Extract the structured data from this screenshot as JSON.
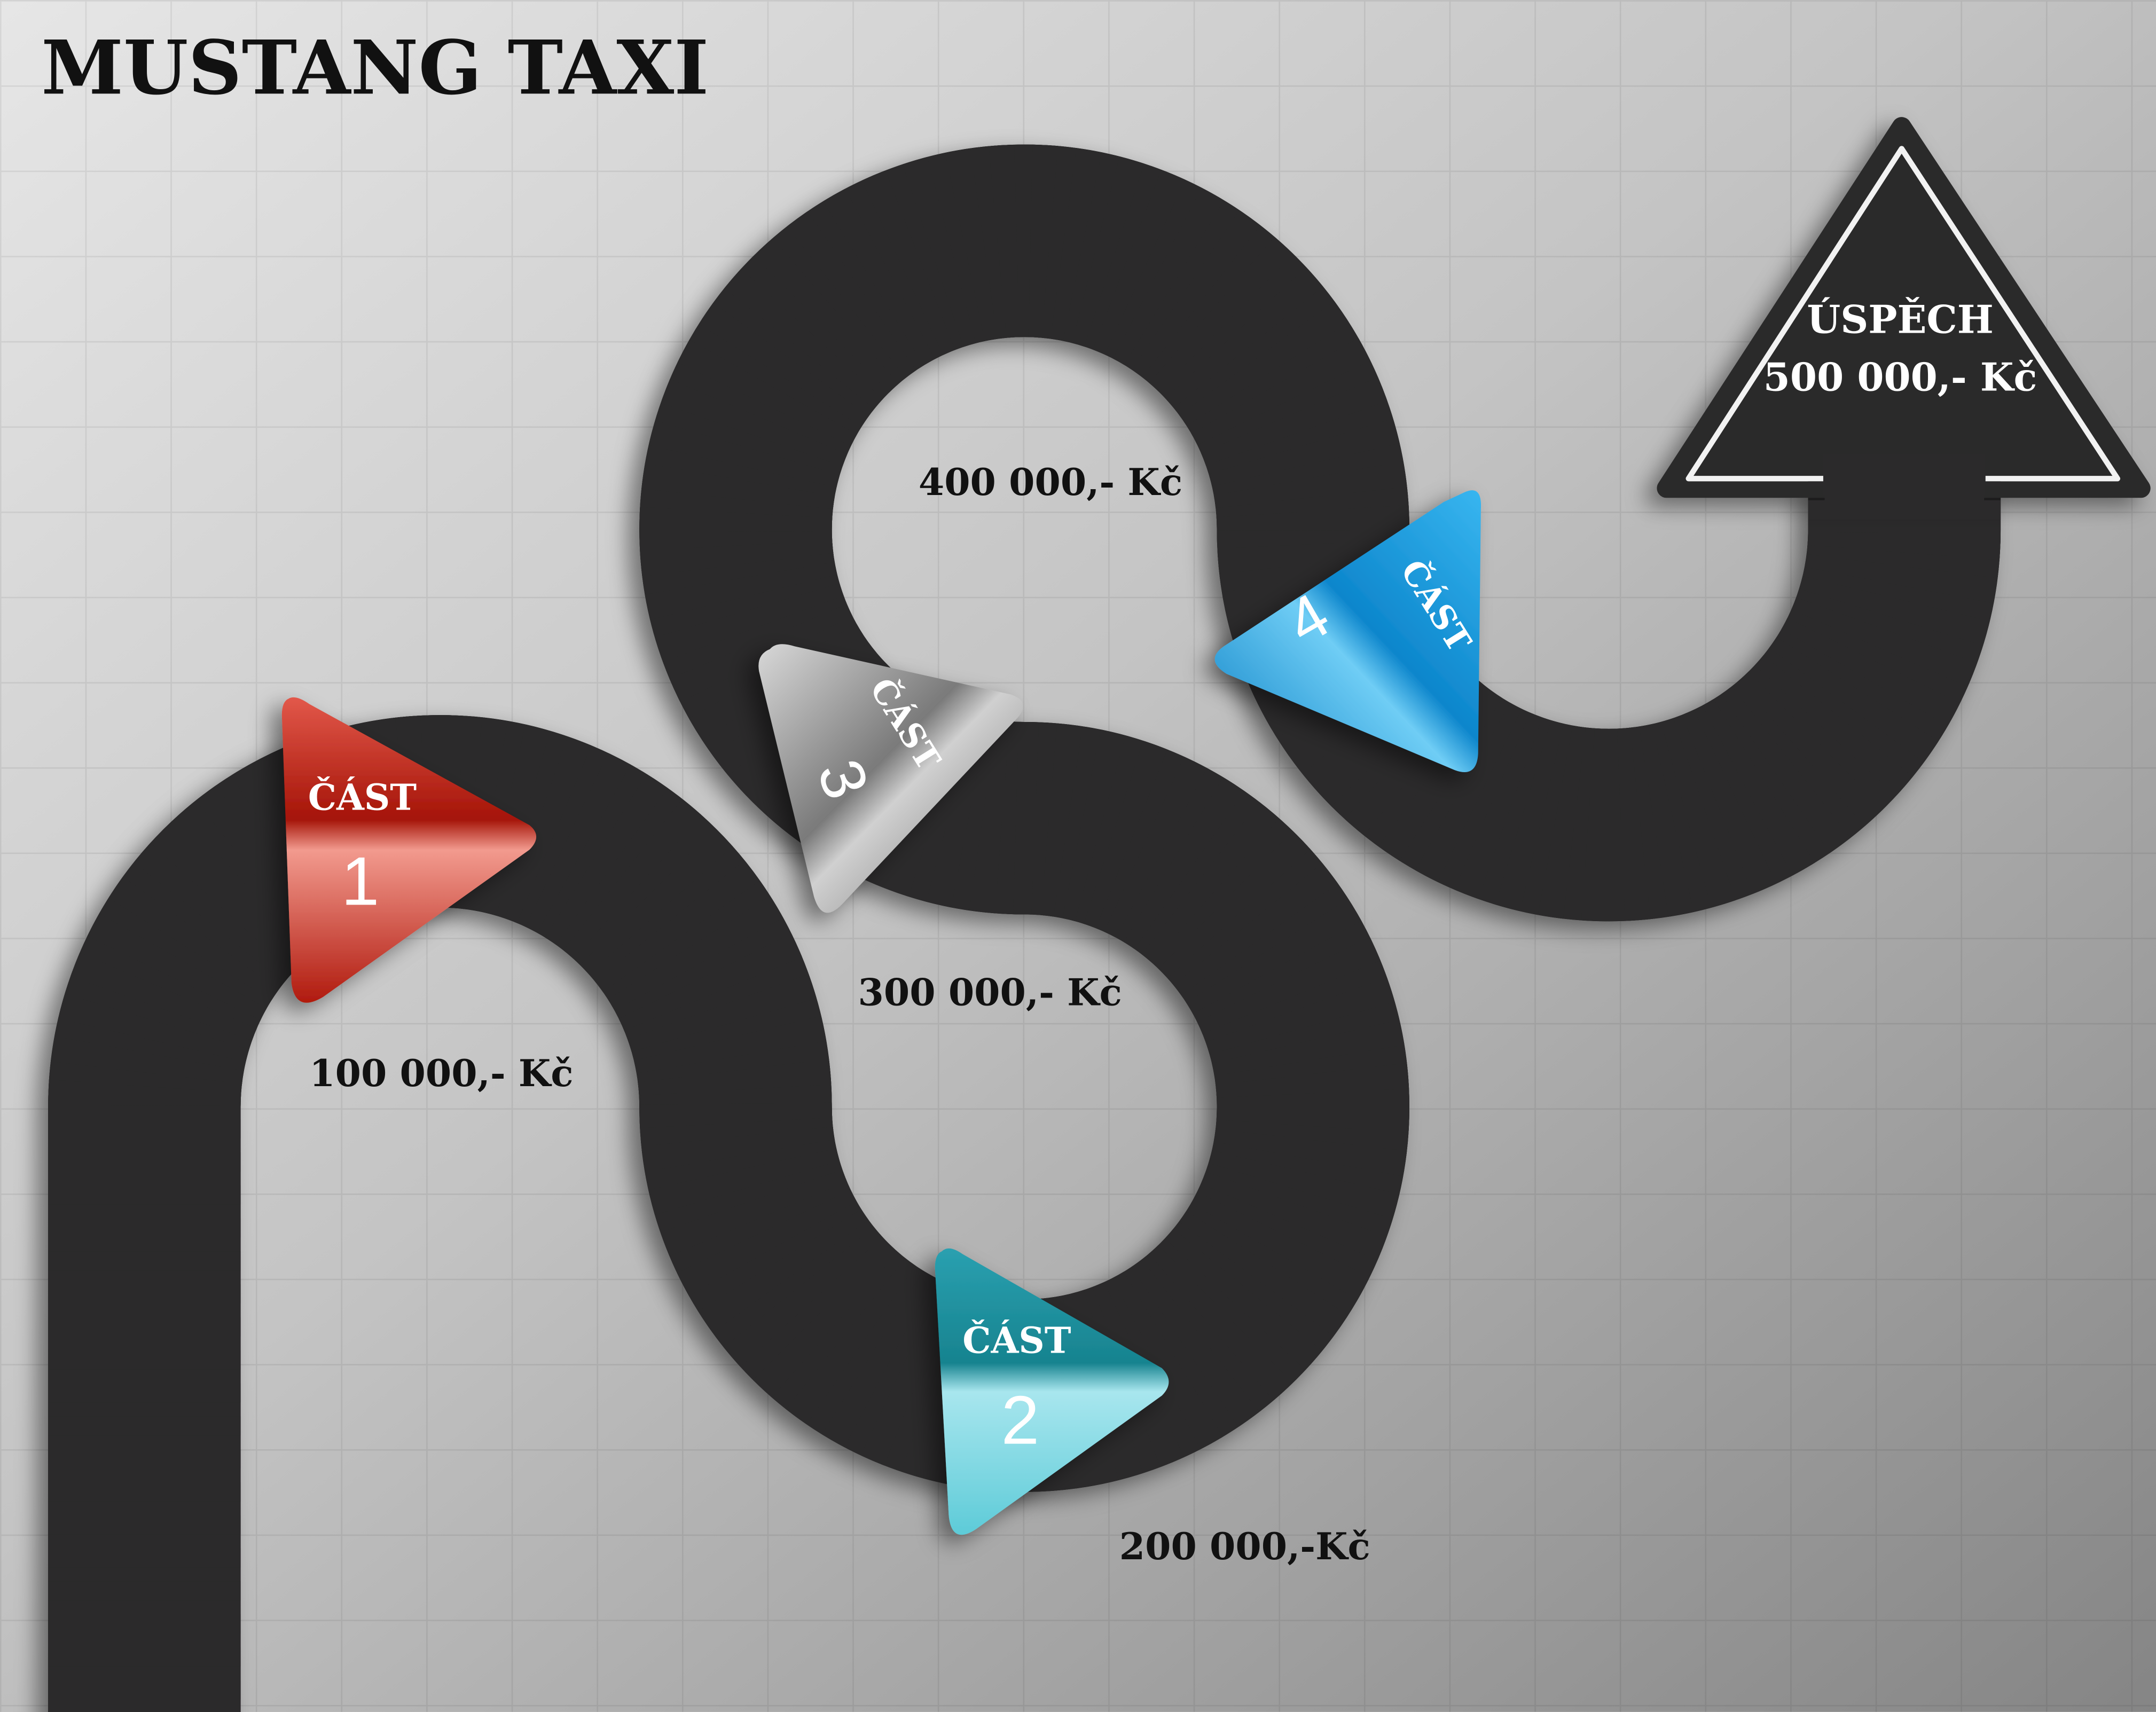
{
  "title": "MUSTANG TAXI",
  "stages": [
    {
      "label": "ČÁST",
      "number": "1",
      "amount": "100 000,- Kč",
      "color": "#c8261a"
    },
    {
      "label": "ČÁST",
      "number": "2",
      "amount": "200 000,-Kč",
      "color": "#3db4c4"
    },
    {
      "label": "ČÁST",
      "number": "3",
      "amount": "300 000,- Kč",
      "color": "#8e8e8e"
    },
    {
      "label": "ČÁST",
      "number": "4",
      "amount": "400 000,- Kč",
      "color": "#1a9ad8"
    }
  ],
  "goal": {
    "label": "ÚSPĚCH",
    "amount": "500 000,- Kč"
  },
  "colors": {
    "road": "#2b2a2b",
    "background_light": "#e2e2e2",
    "background_dark": "#8c8c8c"
  }
}
